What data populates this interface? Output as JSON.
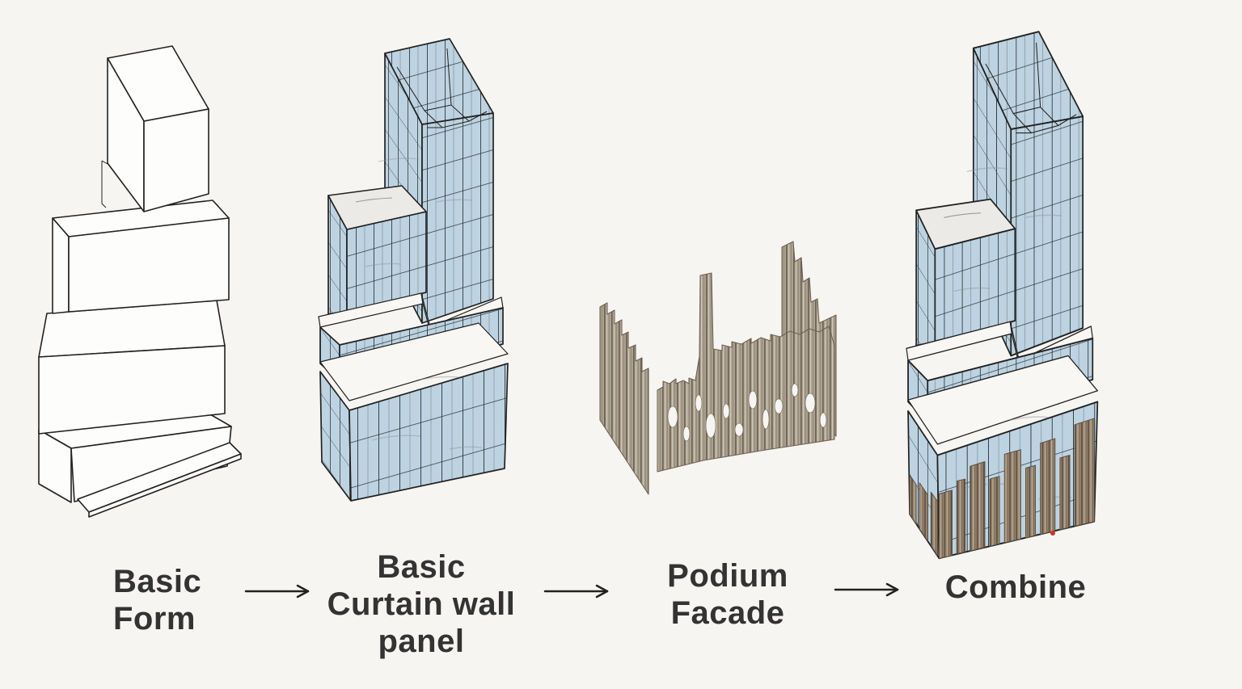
{
  "colors": {
    "background": "#f7f5f2",
    "ink": "#222222",
    "label_text": "#333333",
    "white_face": "#fdfdfb",
    "ledge_white": "#f8f7f3",
    "annex_roof": "#eceae6",
    "panel_blue": "#bdd3e1",
    "panel_line": "#2e3438",
    "wood": "#aba18f",
    "wood_dark": "#6d6153",
    "wood_light": "#d9d2c4",
    "wood_combine": "#95846f",
    "wood_combine_dark": "#5e5040",
    "wood_combine_light": "#c8bba5",
    "red_dot": "#d23222"
  },
  "process": {
    "steps": [
      {
        "id": "basic-form",
        "label_lines": [
          "Basic",
          "Form"
        ]
      },
      {
        "id": "basic-curtain-wall-panel",
        "label_lines": [
          "Basic",
          "Curtain wall",
          "panel"
        ]
      },
      {
        "id": "podium-facade",
        "label_lines": [
          "Podium",
          "Facade"
        ]
      },
      {
        "id": "combine",
        "label_lines": [
          "Combine"
        ]
      }
    ],
    "icons": {
      "step_connector": "long-right-arrow"
    }
  }
}
